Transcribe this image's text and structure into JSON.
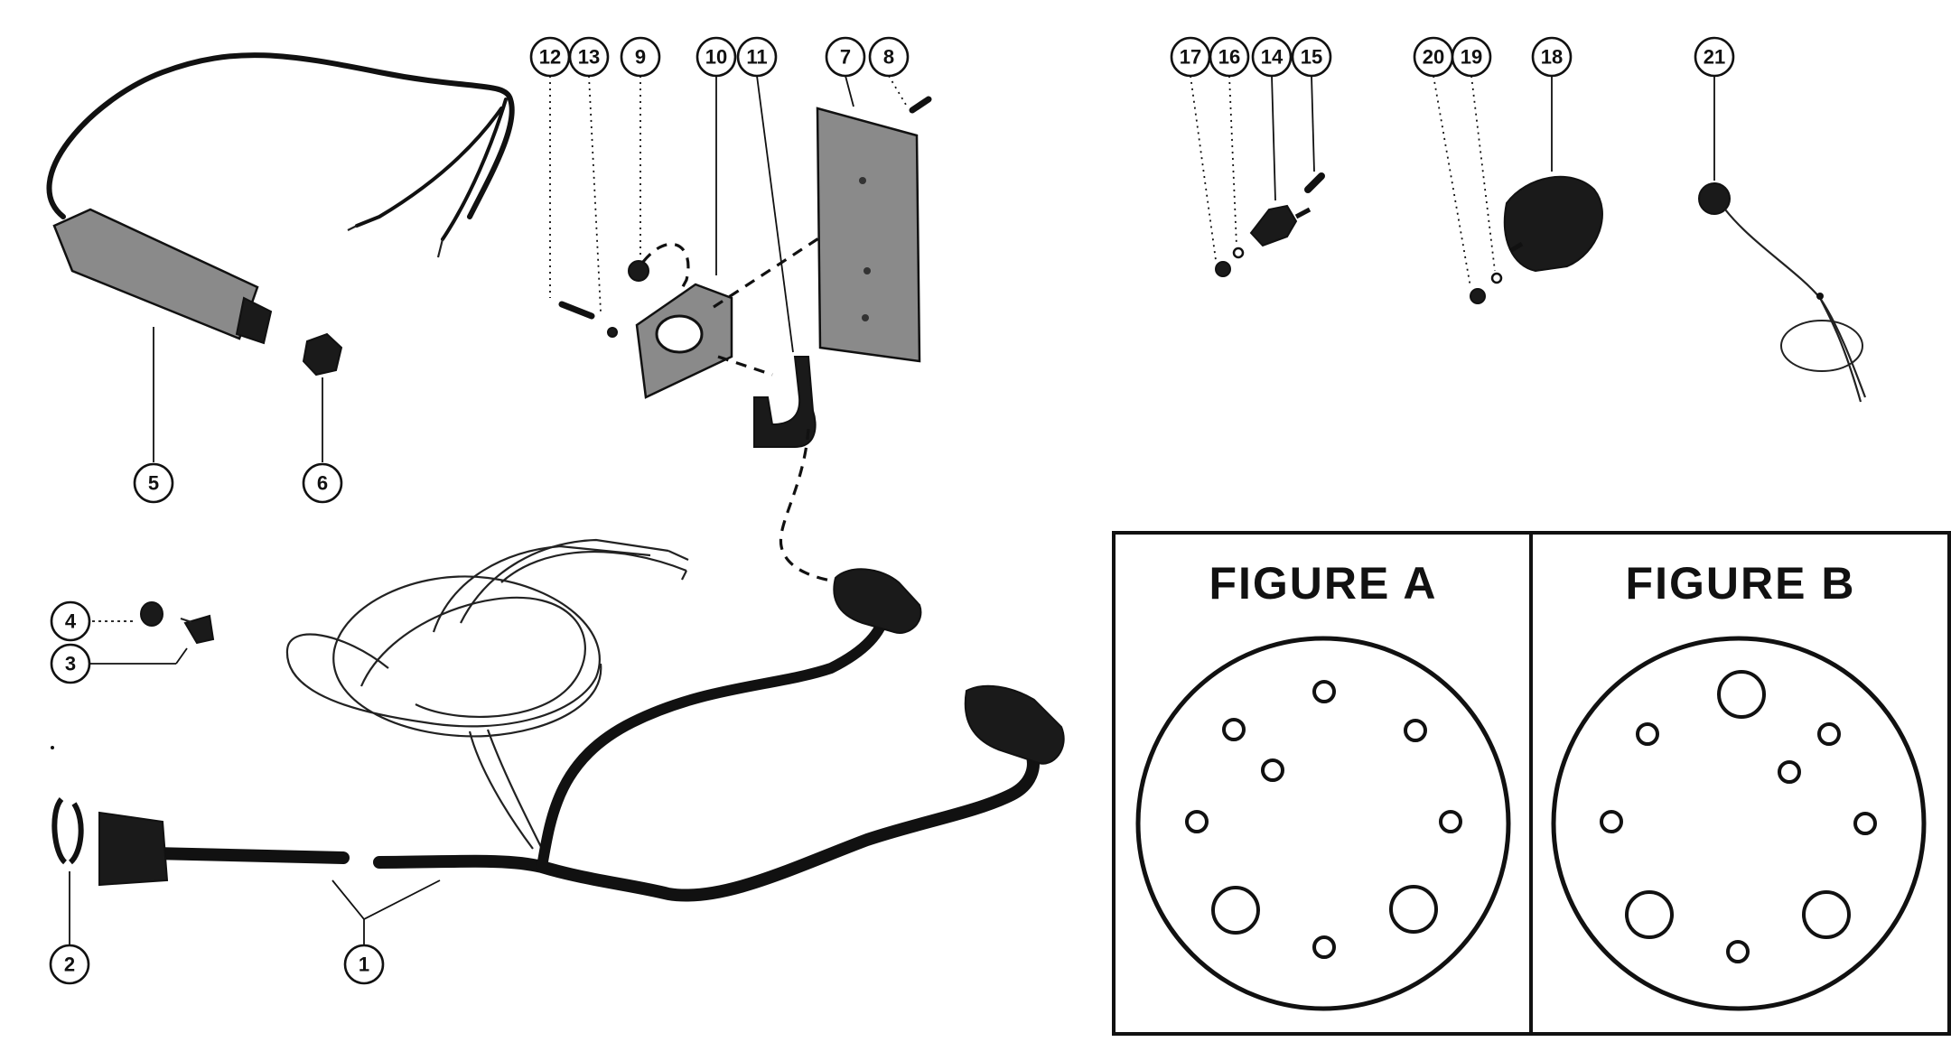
{
  "callouts": {
    "n1": "1",
    "n2": "2",
    "n3": "3",
    "n4": "4",
    "n5": "5",
    "n6": "6",
    "n7": "7",
    "n8": "8",
    "n9": "9",
    "n10": "10",
    "n11": "11",
    "n12": "12",
    "n13": "13",
    "n14": "14",
    "n15": "15",
    "n16": "16",
    "n17": "17",
    "n18": "18",
    "n19": "19",
    "n20": "20",
    "n21": "21"
  },
  "figures": {
    "a_title": "FIGURE A",
    "b_title": "FIGURE B"
  },
  "colors": {
    "ink": "#111111",
    "paper": "#ffffff"
  }
}
